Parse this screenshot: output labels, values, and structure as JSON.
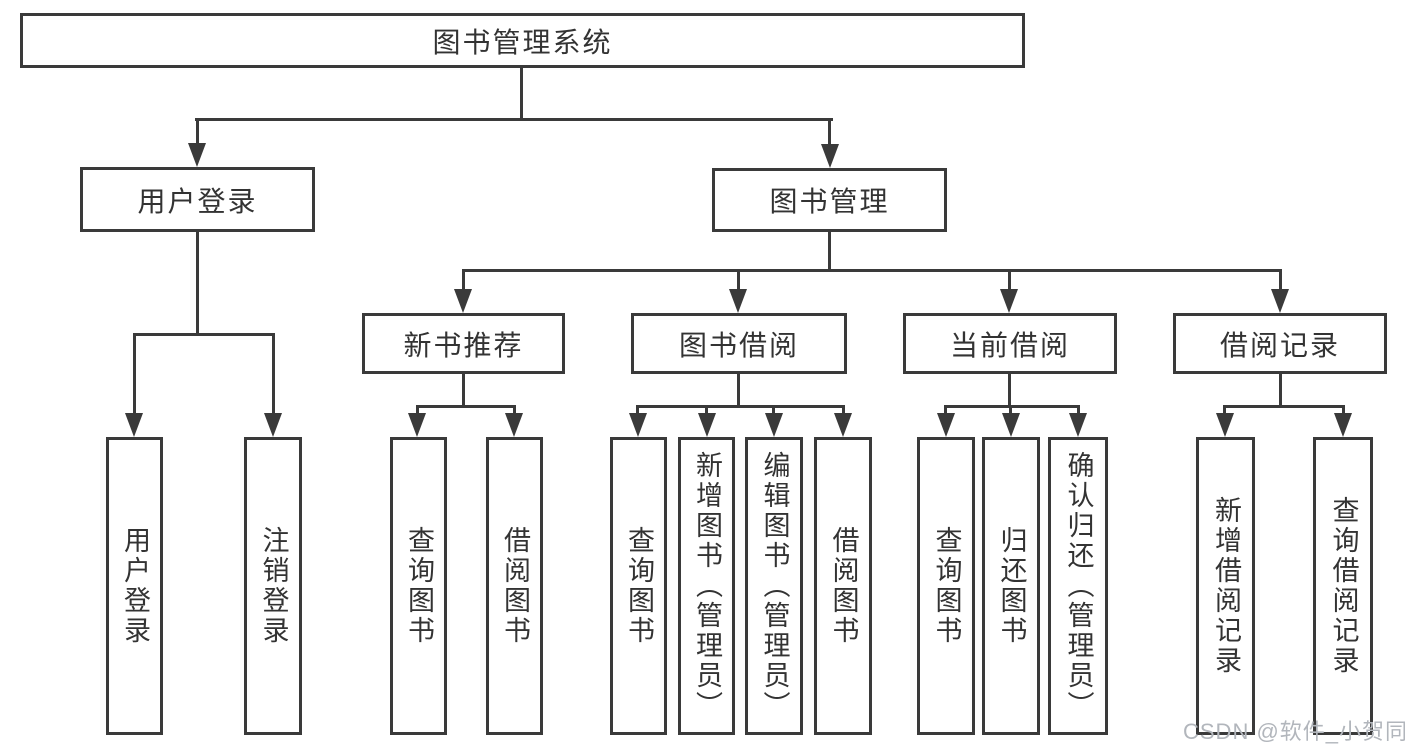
{
  "title": "图书管理系统",
  "colors": {
    "line": "#3a3a3a",
    "text": "#333333",
    "background": "#ffffff",
    "watermark": "#b2b6bc"
  },
  "nodes": {
    "root": "图书管理系统",
    "user_login": "用户登录",
    "book_mgmt": "图书管理",
    "new_book_rec": "新书推荐",
    "book_borrow": "图书借阅",
    "current_borrow": "当前借阅",
    "borrow_records": "借阅记录",
    "leaf_user_login": "用户登录",
    "leaf_logout": "注销登录",
    "leaf_rec_query": "查询图书",
    "leaf_rec_borrow": "借阅图书",
    "leaf_bb_query": "查询图书",
    "leaf_bb_add": "新增图书（管理员）",
    "leaf_bb_edit": "编辑图书（管理员）",
    "leaf_bb_borrow": "借阅图书",
    "leaf_cb_query": "查询图书",
    "leaf_cb_return": "归还图书",
    "leaf_cb_confirm": "确认归还（管理员）",
    "leaf_br_add": "新增借阅记录",
    "leaf_br_query": "查询借阅记录"
  },
  "hierarchy": {
    "图书管理系统": {
      "用户登录": [
        "用户登录",
        "注销登录"
      ],
      "图书管理": {
        "新书推荐": [
          "查询图书",
          "借阅图书"
        ],
        "图书借阅": [
          "查询图书",
          "新增图书（管理员）",
          "编辑图书（管理员）",
          "借阅图书"
        ],
        "当前借阅": [
          "查询图书",
          "归还图书",
          "确认归还（管理员）"
        ],
        "借阅记录": [
          "新增借阅记录",
          "查询借阅记录"
        ]
      }
    }
  },
  "watermark": "CSDN @软件_小贺同学"
}
